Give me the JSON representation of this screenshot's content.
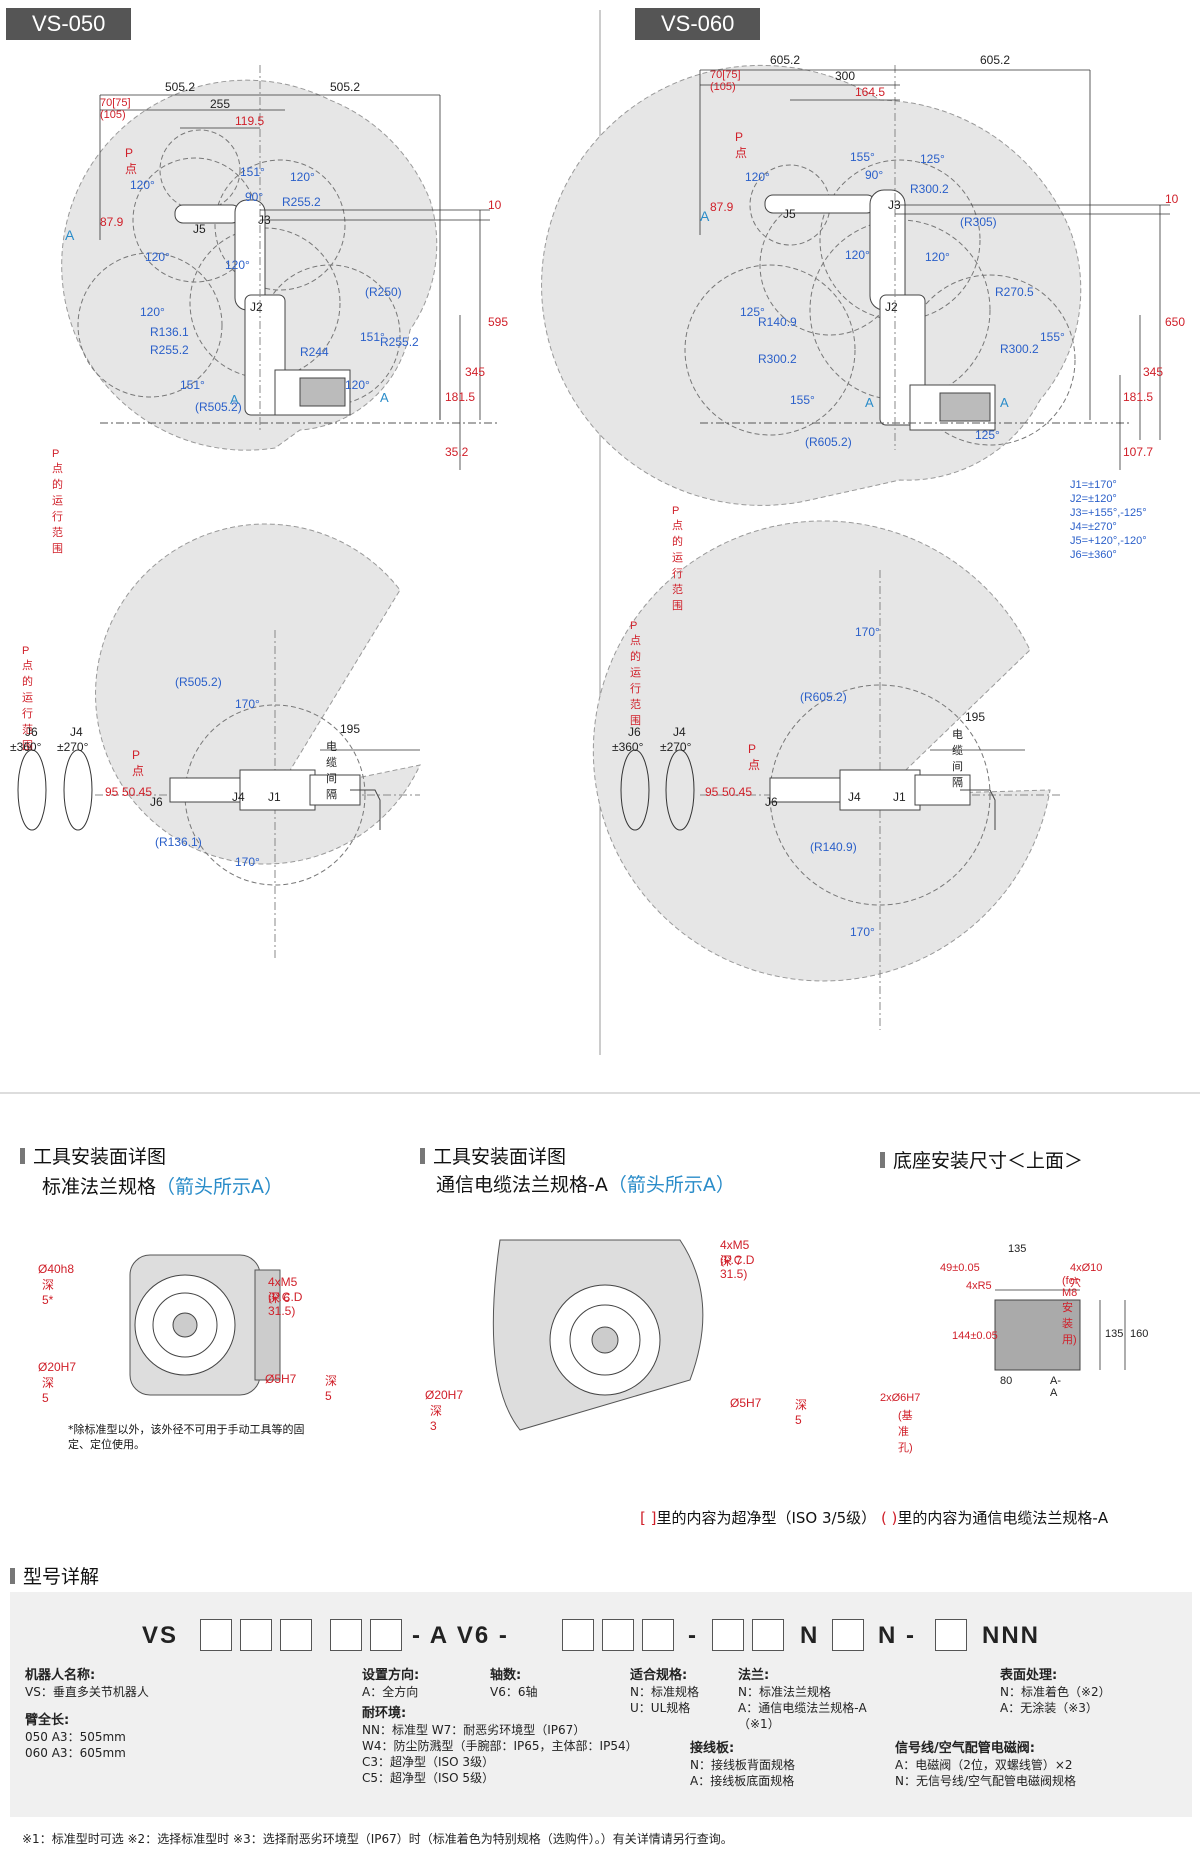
{
  "models": {
    "left_tag": "VS-050",
    "right_tag": "VS-060"
  },
  "common": {
    "p_point": "P点",
    "p_range": "P点的运行范围",
    "arrow_a": "A",
    "cable_gap": "电缆间隔"
  },
  "vs050_side": {
    "dims_top": [
      "505.2",
      "505.2",
      "70[75](105)",
      "255",
      "119.5"
    ],
    "angles": [
      "151°",
      "90°",
      "120°",
      "120°",
      "120°",
      "120°",
      "151°",
      "151°",
      "120°",
      "120°"
    ],
    "radii": [
      "R255.2",
      "R136.1",
      "R255.2",
      "R244",
      "(R250)",
      "R255.2",
      "(R505.2)"
    ],
    "joints": [
      "J5",
      "J3",
      "J2"
    ],
    "dims_right": [
      "10",
      "595",
      "345",
      "181.5",
      "35.2"
    ],
    "dim_left": "87.9"
  },
  "vs060_side": {
    "dims_top": [
      "605.2",
      "605.2",
      "70[75](105)",
      "300",
      "164.5"
    ],
    "angles": [
      "155°",
      "90°",
      "125°",
      "120°",
      "120°",
      "120°",
      "125°",
      "155°",
      "155°",
      "125°"
    ],
    "radii": [
      "R300.2",
      "(R305)",
      "R270.5",
      "R140.9",
      "R300.2",
      "R300.2",
      "(R605.2)"
    ],
    "joints": [
      "J5",
      "J3",
      "J2"
    ],
    "dims_right": [
      "10",
      "650",
      "345",
      "181.5",
      "107.7"
    ],
    "dim_left": "87.9",
    "limits": [
      "J1=±170°",
      "J2=±120°",
      "J3=+155°,-125°",
      "J4=±270°",
      "J5=+120°,-120°",
      "J6=±360°"
    ]
  },
  "vs050_top": {
    "angles": [
      "170°",
      "170°"
    ],
    "radii": [
      "(R505.2)",
      "(R136.1)"
    ],
    "dims": [
      "195",
      "95",
      "50.45"
    ],
    "joints": [
      "J6",
      "J4",
      "J1"
    ],
    "rot_j6": "J6",
    "rot_j6_val": "±360°",
    "rot_j4": "J4",
    "rot_j4_val": "±270°"
  },
  "vs060_top": {
    "angles": [
      "170°",
      "170°"
    ],
    "radii": [
      "(R605.2)",
      "(R140.9)"
    ],
    "dims": [
      "195",
      "95",
      "50.45"
    ],
    "joints": [
      "J6",
      "J4",
      "J1"
    ],
    "rot_j6": "J6",
    "rot_j6_val": "±360°",
    "rot_j4": "J4",
    "rot_j4_val": "±270°"
  },
  "sections": {
    "tool1_title": "工具安装面详图",
    "tool1_sub": "标准法兰规格",
    "tool1_sub_blue": "（箭头所示A）",
    "tool2_title": "工具安装面详图",
    "tool2_sub": "通信电缆法兰规格-A",
    "tool2_sub_blue": "（箭头所示A）",
    "base_title": "底座安装尺寸＜上面＞"
  },
  "tool1": {
    "d40": "Ø40h8",
    "d40_depth": "深 5*",
    "m5": "4xM5 深 6",
    "pcd": "(P.C.D 31.5)",
    "d20": "Ø20H7",
    "d20_depth": "深 5",
    "d5": "Ø5H7",
    "d5_depth": "深 5",
    "note": "*除标准型以外，该外径不可用于手动工具等的固定、定位使用。"
  },
  "tool2": {
    "m5": "4xM5 深 7",
    "pcd": "(P.C.D 31.5)",
    "d20": "Ø20H7",
    "d20_depth": "深 3",
    "d5": "Ø5H7",
    "d5_depth": "深 5"
  },
  "base": {
    "dims": [
      "135",
      "49±0.05",
      "4xR5",
      "4xØ10穴",
      "(for M8 安装用)",
      "144±0.05",
      "135",
      "160",
      "80",
      "A-A",
      "2xØ6H7",
      "(基准孔)"
    ]
  },
  "legend": {
    "bracket1": "[ ]",
    "text1": "里的内容为超净型（ISO 3/5级）",
    "bracket2": "( )",
    "text2": "里的内容为通信电缆法兰规格-A"
  },
  "model": {
    "title": "型号详解",
    "code_vs": "VS",
    "code_a": "-  A  V6  -",
    "code_dash2": "-",
    "code_n1": "N",
    "code_n2": "N  -",
    "code_nnn": "NNN",
    "robot_name_label": "机器人名称:",
    "robot_name_val": "VS：垂直多关节机器人",
    "arm_label": "臂全长:",
    "arm_050": "050 A3：505mm",
    "arm_060": "060 A3：605mm",
    "mount_label": "设置方向:",
    "mount_val": "A：全方向",
    "axes_label": "轴数:",
    "axes_val": "V6：6轴",
    "env_label": "耐环境:",
    "env_line1": "NN：标准型    W7：耐恶劣环境型（IP67）",
    "env_line2": "W4：防尘防溅型（手腕部：IP65，主体部：IP54）",
    "env_line3": "C3：超净型（ISO 3级）",
    "env_line4": "C5：超净型（ISO 5级）",
    "spec_label": "适合规格:",
    "spec_n": "N：标准规格",
    "spec_u": "U：UL规格",
    "flange_label": "法兰:",
    "flange_n": "N：标准法兰规格",
    "flange_a": "A：通信电缆法兰规格-A",
    "flange_a2": "（※1）",
    "board_label": "接线板:",
    "board_n": "N：接线板背面规格",
    "board_a": "A：接线板底面规格",
    "valve_label": "信号线/空气配管电磁阀:",
    "valve_a": "A：电磁阀（2位，双螺线管）×2",
    "valve_n": "N：无信号线/空气配管电磁阀规格",
    "surface_label": "表面处理:",
    "surface_n": "N：标准着色（※2）",
    "surface_a": "A：无涂装（※3）"
  },
  "footnote": "※1：标准型时可选   ※2：选择标准型时   ※3：选择耐恶劣环境型（IP67）时（标准着色为特别规格（选购件）。）有关详情请另行查询。",
  "colors": {
    "range_fill": "#e3e3e3",
    "dim_red": "#d0202a",
    "dim_blue": "#2a5fc9",
    "arrow_blue": "#2a8cc9"
  }
}
